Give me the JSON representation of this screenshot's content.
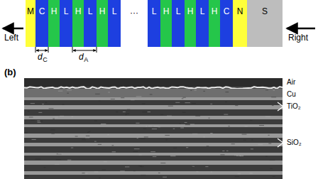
{
  "diagram": {
    "nodes": [
      {
        "text": [
          "M"
        ]
      },
      {
        "text": [
          "C"
        ]
      },
      {
        "text": [
          "H"
        ]
      },
      {
        "text": [
          "L"
        ]
      },
      {
        "text": [
          "H"
        ]
      },
      {
        "text": [
          "L"
        ]
      },
      {
        "text": [
          "H"
        ]
      },
      {
        "text": [
          "L"
        ]
      },
      {
        "text": [
          "L"
        ]
      },
      {
        "text": [
          "H"
        ]
      },
      {
        "text": [
          "L"
        ]
      },
      {
        "text": [
          "H"
        ]
      },
      {
        "text": [
          "L"
        ]
      },
      {
        "text": [
          "H"
        ]
      },
      {
        "text": [
          "C"
        ]
      },
      {
        "text": [
          "N"
        ]
      },
      {
        "text": [
          "S"
        ]
      }
    ],
    "labels": [
      "Left",
      "Right",
      "···",
      "d",
      "C",
      "d",
      "A",
      "(b)",
      "Air",
      "Cu",
      "TiO₂",
      "SiO₂"
    ]
  }
}
